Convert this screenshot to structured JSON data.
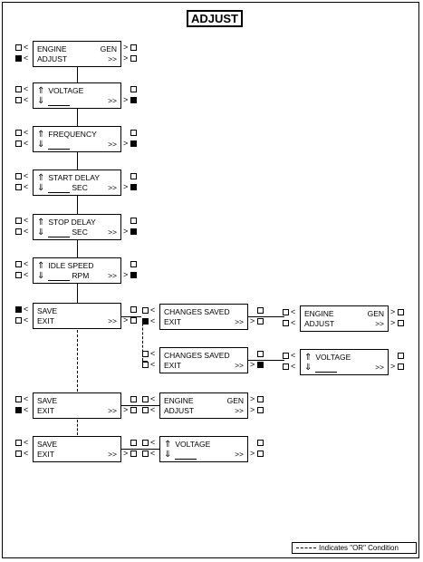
{
  "title": "ADJUST",
  "arrows": {
    "up": "⇑",
    "down": "⇓",
    "left": "<",
    "right": ">",
    "right_arrows": ">>"
  },
  "screens": {
    "engine_gen": {
      "line1_left": "ENGINE",
      "line1_right": "GEN",
      "line2_left": "ADJUST",
      "line2_right": ">>"
    },
    "voltage": {
      "line1": "VOLTAGE",
      "line2_right": ">>"
    },
    "frequency": {
      "line1": "FREQUENCY",
      "line2_right": ">>"
    },
    "start_delay": {
      "line1": "START DELAY",
      "line2_unit": "SEC",
      "line2_right": ">>"
    },
    "stop_delay": {
      "line1": "STOP DELAY",
      "line2_unit": "SEC",
      "line2_right": ">>"
    },
    "idle_speed": {
      "line1": "IDLE SPEED",
      "line2_unit": "RPM",
      "line2_right": ">>"
    },
    "save_exit": {
      "line1": "SAVE",
      "line2_left": "EXIT",
      "line2_right": ">>"
    },
    "changes_saved": {
      "line1": "CHANGES SAVED",
      "line2_left": "EXIT",
      "line2_right": ">>"
    }
  },
  "legend": {
    "text": "Indicates \"OR\" Condition"
  }
}
